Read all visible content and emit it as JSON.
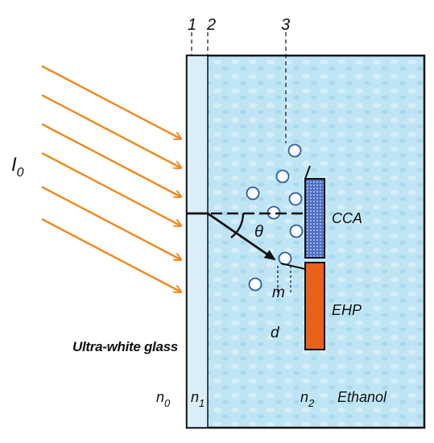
{
  "labels": {
    "interface_1": "1",
    "interface_2": "2",
    "axis_3": "3",
    "incident_intensity": "I",
    "incident_intensity_sub": "0",
    "angle": "θ",
    "cca": "CCA",
    "ehp": "EHP",
    "m": "m",
    "d": "d",
    "glass": "Ultra-white glass",
    "n0": "n",
    "n0_sub": "0",
    "n1": "n",
    "n1_sub": "1",
    "n2": "n",
    "n2_sub": "2",
    "ethanol": "Ethanol"
  },
  "colors": {
    "arrow": "#f08a1e",
    "water": "#bfe5f5",
    "water_edge": "#111111",
    "cca_fill": "#5a78c8",
    "ehp_fill": "#e8601a",
    "bubble_fill": "#ffffff",
    "bubble_stroke": "#2e5da8"
  }
}
